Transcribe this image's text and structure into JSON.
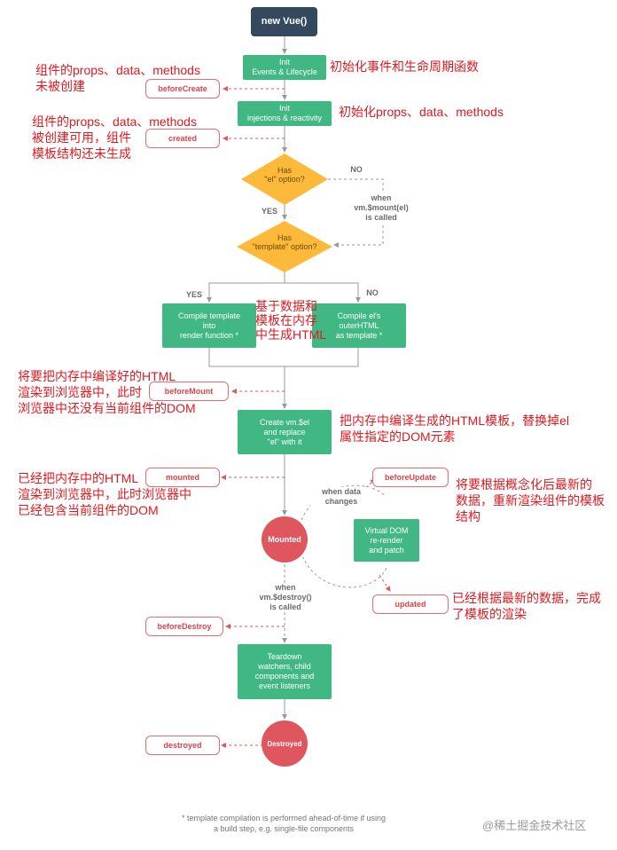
{
  "nodes": {
    "new_vue": "new Vue()",
    "init_events": "Init\nEvents & Lifecycle",
    "init_injections": "Init\ninjections & reactivity",
    "has_el": "Has\n\"el\" option?",
    "has_template": "Has\n\"template\" option?",
    "compile_template": "Compile template\ninto\nrender function *",
    "compile_el": "Compile el's\nouterHTML\nas template *",
    "create_vm": "Create vm.$el\nand replace\n\"el\" with it",
    "mounted": "Mounted",
    "virtual_dom": "Virtual DOM\nre-render\nand patch",
    "teardown": "Teardown\nwatchers, child\ncomponents and\nevent listeners",
    "destroyed": "Destroyed"
  },
  "hooks": {
    "before_create": "beforeCreate",
    "created": "created",
    "before_mount": "beforeMount",
    "mounted": "mounted",
    "before_update": "beforeUpdate",
    "updated": "updated",
    "before_destroy": "beforeDestroy",
    "destroyed": "destroyed"
  },
  "labels": {
    "no_1": "NO",
    "yes_1": "YES",
    "when_mount": "when\nvm.$mount(el)\nis called",
    "yes_2": "YES",
    "no_2": "NO",
    "when_data_changes": "when data\nchanges",
    "when_destroy": "when\nvm.$destroy()\nis called"
  },
  "notes": {
    "before_create": "组件的props、data、methods\n未被创建",
    "init_events": "初始化事件和生命周期函数",
    "created": "组件的props、data、methods\n被创建可用，组件\n模板结构还未生成",
    "init_injections": "初始化props、data、methods",
    "compile": "基于数据和\n模板在内存\n中生成HTML",
    "before_mount": "将要把内存中编译好的HTML\n渲染到浏览器中，此时\n浏览器中还没有当前组件的DOM",
    "create_vm": "把内存中编译生成的HTML模板，替换掉el\n属性指定的DOM元素",
    "mounted": "已经把内存中的HTML\n渲染到浏览器中，此时浏览器中\n已经包含当前组件的DOM",
    "before_update": "将要根据概念化后最新的\n数据，重新渲染组件的模板\n结构",
    "updated": "已经根据最新的数据，完成\n了模板的渲染"
  },
  "footer": "* template compilation is performed ahead-of-time if using\na build step, e.g. single-file components",
  "watermark": "@稀土掘金技术社区",
  "colors": {
    "green": "#41b883",
    "navy": "#35495e",
    "red": "#e0565e",
    "orange": "#fdba3a",
    "note": "#e0191f"
  }
}
